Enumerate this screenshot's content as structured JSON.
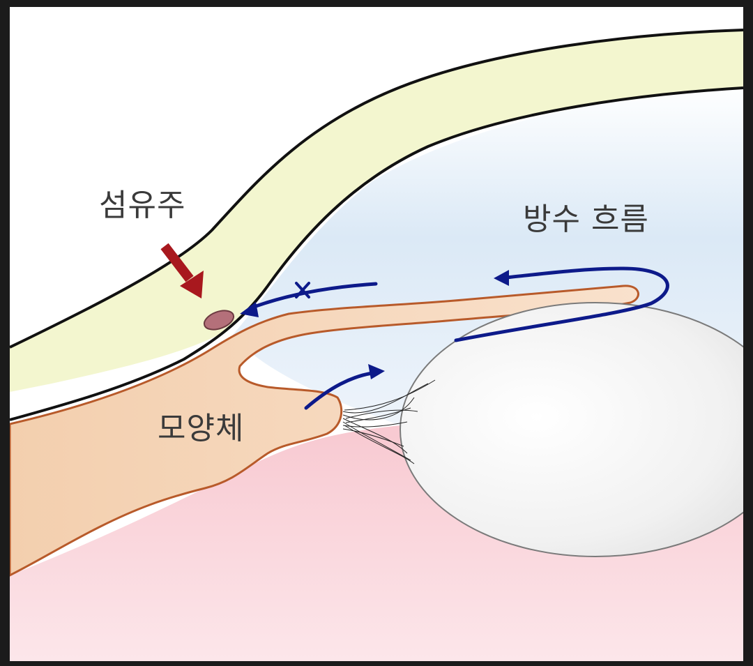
{
  "labels": {
    "trabecular_meshwork": "섬유주",
    "aqueous_flow": "방수 흐름",
    "ciliary_body": "모양체"
  },
  "colors": {
    "background": "#1b1b1b",
    "cornea": "#f3f6cf",
    "sclera_outline": "#111111",
    "anterior_chamber_top": "#d9e8f6",
    "ciliary_body": "#f6d9bf",
    "ciliary_outline": "#b85a2a",
    "vitreous": "#f9d3da",
    "lens": "#f2f2f2",
    "flow_arrow": "#0d1a8a",
    "pointer_arrow": "#a8181e",
    "trabecular_dot": "#b4707a"
  }
}
